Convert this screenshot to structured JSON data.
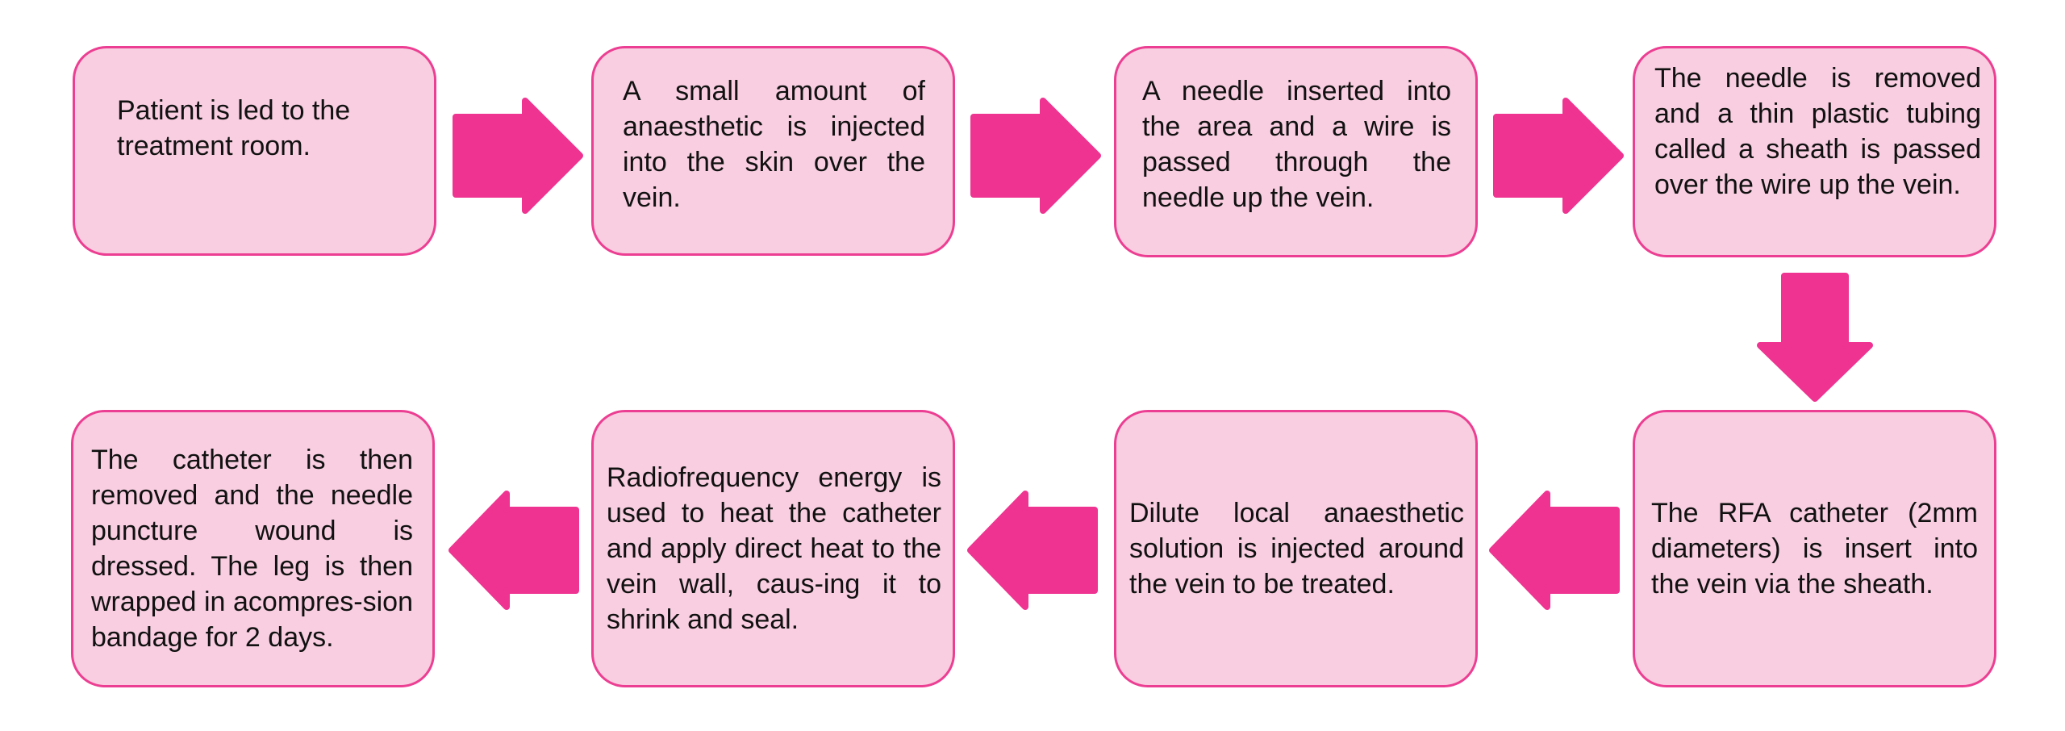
{
  "colors": {
    "box_fill": "#f8cee0",
    "box_border": "#ec3e92",
    "arrow_fill": "#ef3391"
  },
  "steps": [
    {
      "text": "Patient is led to the treatment room."
    },
    {
      "text": "A small amount of anaesthetic is injected into the skin over the vein."
    },
    {
      "text": "A needle inserted into the area and a wire is passed through the needle up the vein."
    },
    {
      "text": "The needle is removed and a thin plastic tubing called a sheath is passed over the wire up the vein."
    },
    {
      "text": "The RFA catheter (2mm diameters) is insert into the vein via the sheath."
    },
    {
      "text": "Dilute local anaesthetic solution is injected around the vein to be treated."
    },
    {
      "text": "Radiofrequency energy is used to heat the catheter and apply direct heat to the vein wall, caus-ing it to shrink and seal."
    },
    {
      "text": "The catheter is then removed and the needle puncture wound is dressed. The leg is then wrapped in acompres-sion bandage for 2 days."
    }
  ]
}
